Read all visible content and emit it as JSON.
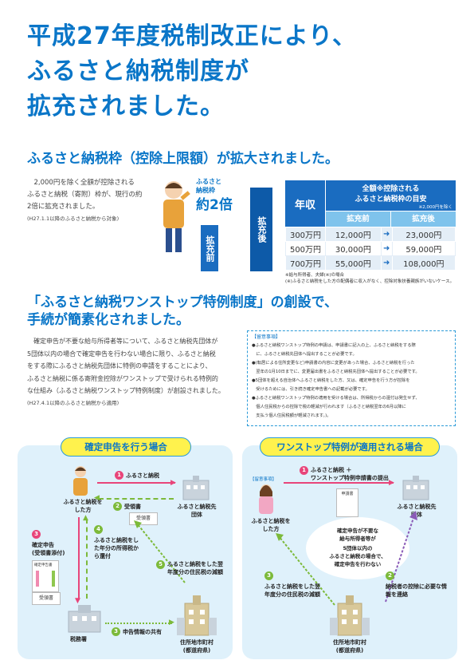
{
  "headline": {
    "line1": "平成27年度税制改正により、",
    "line2": "ふるさと納税制度が",
    "line3": "拡充されました。"
  },
  "section1": {
    "title": "ふるさと納税枠（控除上限額）が拡大されました。",
    "body1": "　2,000円を除く全額が控除される",
    "body2": "ふるさと納税（寄附）枠が、現行の約",
    "body3": "2倍に拡充されました。",
    "body4": "(H27.1.1以降のふるさと納税から対象)",
    "badge1": "ふるさと",
    "badge2": "納税枠",
    "badge3": "約2倍",
    "bar_before": "拡充前",
    "bar_after": "拡充後",
    "table": {
      "header_income": "年収",
      "header_right1": "全額※控除される",
      "header_right2": "ふるさと納税枠の目安",
      "header_right3": "※2,000円を除く",
      "col_before": "拡充前",
      "col_after": "拡充後",
      "rows": [
        {
          "income": "300万円",
          "before": "12,000円",
          "after": "23,000円"
        },
        {
          "income": "500万円",
          "before": "30,000円",
          "after": "59,000円"
        },
        {
          "income": "700万円",
          "before": "55,000円",
          "after": "108,000円"
        }
      ],
      "note1": "※給与所得者、夫婦(※)の場合",
      "note2": "(※)ふるさと納税をした方の配偶者に収入がなく、控除対象扶養親族がいないケース。"
    }
  },
  "section2": {
    "title1": "「ふるさと納税ワンストップ特例制度」の創設で、",
    "title2": "手続が簡素化されました。",
    "body1": "　確定申告が不要な給与所得者等について、ふるさと納税先団体が",
    "body2": "5団体以内の場合で確定申告を行わない場合に限り、ふるさと納税",
    "body3": "をする際にふるさと納税先団体に特例の申請をすることにより、",
    "body4": "ふるさと納税に係る寄附金控除がワンストップで受けられる特例的",
    "body5": "な仕組み（ふるさと納税ワンストップ特例制度）が創設されました。",
    "body6": "(H27.4.1以降のふるさと納税から適用)",
    "note_title": "【留意事項】",
    "notes": [
      "●ふるさと納税ワンストップ特例の申請は、申請書に記入の上、ふるさと納税をする際",
      "　に、ふるさと納税先団体へ提出することが必要です。",
      "●(転居による住所変更など)申請書の内容に変更があった場合、ふるさと納税を行った",
      "　翌年の1月10日までに、変更届出書をふるさと納税先団体へ提出することが必要です。",
      "●5団体を超える自治体へふるさと納税をした方、又は、確定申告を行う方が控除を",
      "　受けるためには、引き続き確定申告書への記載が必要です。",
      "●ふるさと納税ワンストップ特例の適用を受ける場合は、所得税からの還付は発生せず、",
      "　個人住民税からの控除で税の軽減が行われます（ふるさと納税翌年の6月以降に",
      "　支払う個人住民税額が軽減されます。)。"
    ]
  },
  "left_panel": {
    "title": "確定申告を行う場合",
    "person": "ふるさと納税を\nした方",
    "city": "ふるさと納税先\n団体",
    "tax_office": "税務署",
    "municipality": "住所地市町村\n(都道府県)",
    "step1": "ふるさと納税",
    "step2": "受領書",
    "receipt": "受領書",
    "step3": "確定申告\n(受領書添付)",
    "declaration_doc": "確定申告書",
    "receipt2": "受領書",
    "step4": "ふるさと納税をした年分の所得税から還付",
    "step5": "ふるさと納税をした翌年度分の住民税の減額",
    "info_share": "申告情報の共有"
  },
  "right_panel": {
    "title": "ワンストップ特例が適用される場合",
    "note_label": "【留意事項】",
    "person": "ふるさと納税を\nした方",
    "city": "ふるさと納税先\n団体",
    "municipality": "住所地市町村\n(都道府県)",
    "step1": "ふるさと納税 ＋\nワンストップ特例申請書の提出",
    "application": "申請書",
    "bubble1": "確定申告が不要な",
    "bubble2": "給与所得者等が",
    "bubble3": "5団体以内の",
    "bubble4": "ふるさと納税の場合で、",
    "bubble5": "確定申告を行わない",
    "step2": "納税者の控除に必要な情報を連絡",
    "step3": "ふるさと納税をした翌年度分の住民税の減額"
  },
  "colors": {
    "accent": "#0a76c8",
    "panel": "#dff1fb",
    "pill": "#fff24d",
    "pink": "#e8457a",
    "green": "#7cba3a",
    "purple": "#8a5bb8"
  }
}
